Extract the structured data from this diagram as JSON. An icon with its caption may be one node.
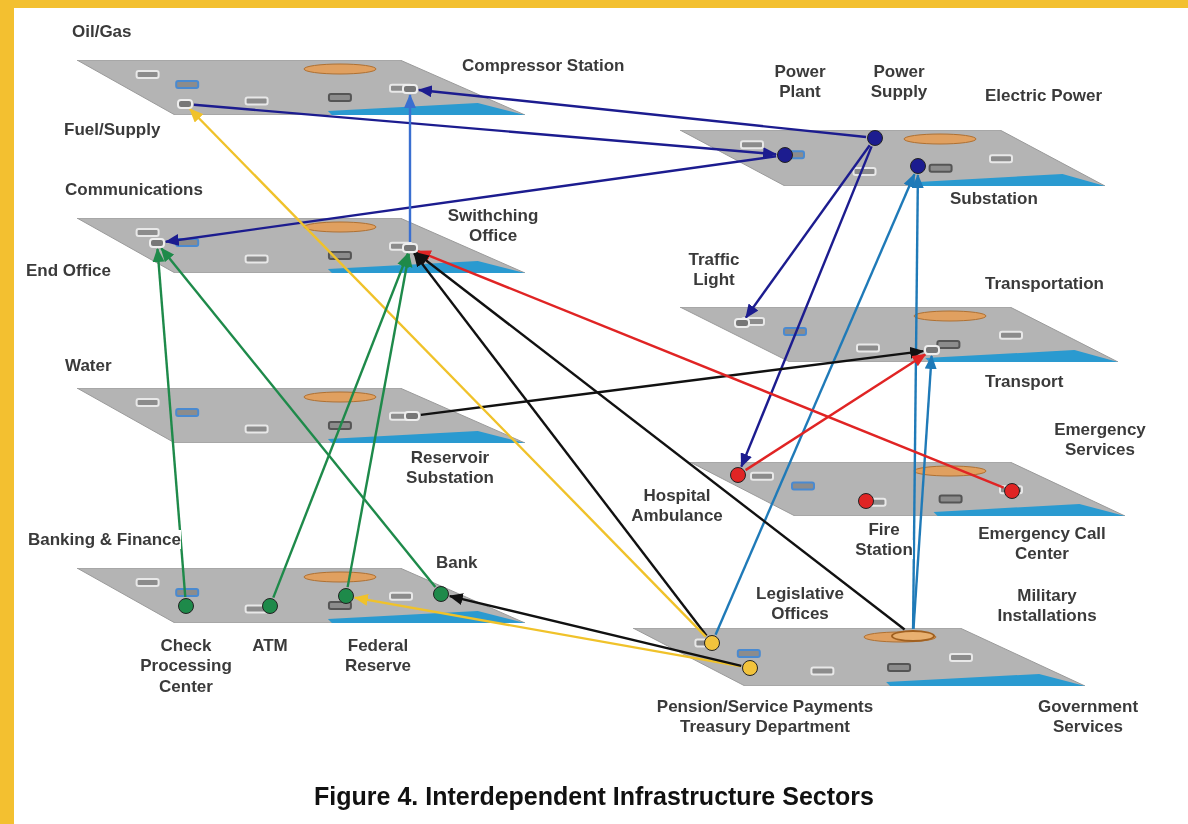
{
  "diagram": {
    "caption": "Figure 4. Interdependent Infrastructure Sectors",
    "nodes": [
      {
        "text": [
          "Oil/Gas"
        ]
      },
      {
        "text": [],
        "shape": "box",
        "in": 0,
        "beside": [
          "Compressor Station"
        ]
      },
      {
        "text": [],
        "shape": "box",
        "in": 0,
        "beside": [
          "Fuel/Supply"
        ]
      },
      {
        "text": [
          "Electric Power"
        ]
      },
      {
        "text": [],
        "shape": "circle",
        "in": 3,
        "beside": [
          "Power Plant"
        ]
      },
      {
        "text": [],
        "shape": "circle",
        "in": 3,
        "beside": [
          "Power Supply"
        ]
      },
      {
        "text": [],
        "shape": "circle",
        "in": 3,
        "beside": [
          "Substation"
        ]
      },
      {
        "text": [
          "Communications"
        ]
      },
      {
        "text": [],
        "shape": "box",
        "in": 7,
        "beside": [
          "End Office"
        ]
      },
      {
        "text": [],
        "shape": "box",
        "in": 7,
        "beside": [
          "Swithching Office"
        ]
      },
      {
        "text": [
          "Transportation"
        ]
      },
      {
        "text": [],
        "shape": "box",
        "in": 10,
        "beside": [
          "Traffic Light"
        ]
      },
      {
        "text": [],
        "shape": "box",
        "in": 10,
        "beside": [
          "Transport"
        ]
      },
      {
        "text": [
          "Water"
        ]
      },
      {
        "text": [],
        "shape": "box",
        "in": 13,
        "beside": [
          "Reservoir Substation"
        ]
      },
      {
        "text": [
          "Emergency Services"
        ]
      },
      {
        "text": [],
        "shape": "circle",
        "in": 15,
        "beside": [
          "Hospital Ambulance"
        ]
      },
      {
        "text": [],
        "shape": "circle",
        "in": 15,
        "beside": [
          "Fire Station"
        ]
      },
      {
        "text": [],
        "shape": "circle",
        "in": 15,
        "beside": [
          "Emergency Call Center"
        ]
      },
      {
        "text": [
          "Banking & Finance"
        ]
      },
      {
        "text": [],
        "shape": "circle",
        "in": 19,
        "beside": [
          "Check Processing Center"
        ]
      },
      {
        "text": [],
        "shape": "circle",
        "in": 19,
        "beside": [
          "ATM"
        ]
      },
      {
        "text": [],
        "shape": "circle",
        "in": 19,
        "beside": [
          "Federal Reserve"
        ]
      },
      {
        "text": [],
        "shape": "circle",
        "in": 19,
        "beside": [
          "Bank"
        ]
      },
      {
        "text": [
          "Government Services"
        ]
      },
      {
        "text": [],
        "shape": "circle",
        "in": 24,
        "beside": [
          "Legislative Offices"
        ]
      },
      {
        "text": [],
        "shape": "ellipse",
        "in": 24,
        "beside": [
          "Military Installations"
        ]
      },
      {
        "text": [],
        "shape": "circle",
        "in": 24,
        "beside": [
          "Pension/Service Payments Treasury Department"
        ]
      }
    ],
    "edges": [
      {
        "from": 5,
        "to": 1,
        "arrow": "to",
        "color": "#1c1c8f"
      },
      {
        "from": 2,
        "to": 4,
        "arrow": "to",
        "color": "#1c1c8f"
      },
      {
        "from": 4,
        "to": 8,
        "arrow": "to",
        "color": "#1c1c8f"
      },
      {
        "from": 9,
        "to": 1,
        "arrow": "to",
        "color": "#3a6fd0"
      },
      {
        "from": 5,
        "to": 11,
        "arrow": "to",
        "color": "#1c1c8f"
      },
      {
        "from": 5,
        "to": 16,
        "arrow": "to",
        "color": "#1c1c8f"
      },
      {
        "from": 25,
        "to": 6,
        "arrow": "to",
        "color": "#1f7ab8"
      },
      {
        "from": 26,
        "to": 6,
        "arrow": "to",
        "color": "#1f7ab8"
      },
      {
        "from": 26,
        "to": 12,
        "arrow": "to",
        "color": "#1f7ab8"
      },
      {
        "from": 14,
        "to": 12,
        "arrow": "to",
        "color": "#111111"
      },
      {
        "from": 16,
        "to": 12,
        "arrow": "to",
        "color": "#e02424"
      },
      {
        "from": 18,
        "to": 9,
        "arrow": "to",
        "color": "#e02424"
      },
      {
        "from": 25,
        "to": 9,
        "arrow": "to",
        "color": "#111111"
      },
      {
        "from": 26,
        "to": 9,
        "arrow": "to",
        "color": "#111111"
      },
      {
        "from": 25,
        "to": 2,
        "arrow": "to",
        "color": "#f0c22a"
      },
      {
        "from": 27,
        "to": 22,
        "arrow": "to",
        "color": "#f0c22a"
      },
      {
        "from": 27,
        "to": 23,
        "arrow": "to",
        "color": "#111111"
      },
      {
        "from": 20,
        "to": 8,
        "arrow": "to",
        "color": "#1e8a4a"
      },
      {
        "from": 23,
        "to": 8,
        "arrow": "to",
        "color": "#1e8a4a"
      },
      {
        "from": 21,
        "to": 9,
        "arrow": "to",
        "color": "#1e8a4a"
      },
      {
        "from": 22,
        "to": 9,
        "arrow": "to",
        "color": "#1e8a4a"
      }
    ]
  }
}
